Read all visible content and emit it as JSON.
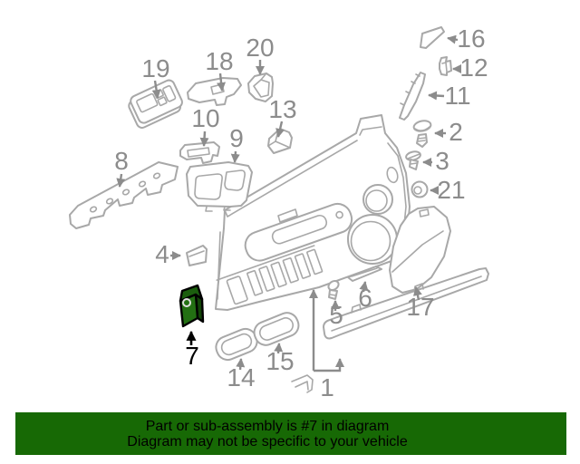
{
  "banner": {
    "line1": "Part or sub-assembly is #7 in diagram",
    "line2": "Diagram may not be specific to your vehicle"
  },
  "diagram": {
    "highlighted_part": "7",
    "labels": {
      "p1": "1",
      "p2": "2",
      "p3": "3",
      "p4": "4",
      "p5": "5",
      "p6": "6",
      "p7": "7",
      "p8": "8",
      "p9": "9",
      "p10": "10",
      "p11": "11",
      "p12": "12",
      "p13": "13",
      "p14": "14",
      "p15": "15",
      "p16": "16",
      "p17": "17",
      "p18": "18",
      "p19": "19",
      "p20": "20",
      "p21": "21"
    }
  },
  "colors": {
    "artwork_line": "#a8a8a8",
    "callout_text": "#8c8c8c",
    "highlight_outline": "#000000",
    "highlight_fill": "#237013",
    "highlight_fill_dark": "#124508",
    "highlight_fill_top": "#1b5e0e",
    "banner_background": "#176905",
    "banner_text": "#000000",
    "page_background": "#ffffff"
  }
}
